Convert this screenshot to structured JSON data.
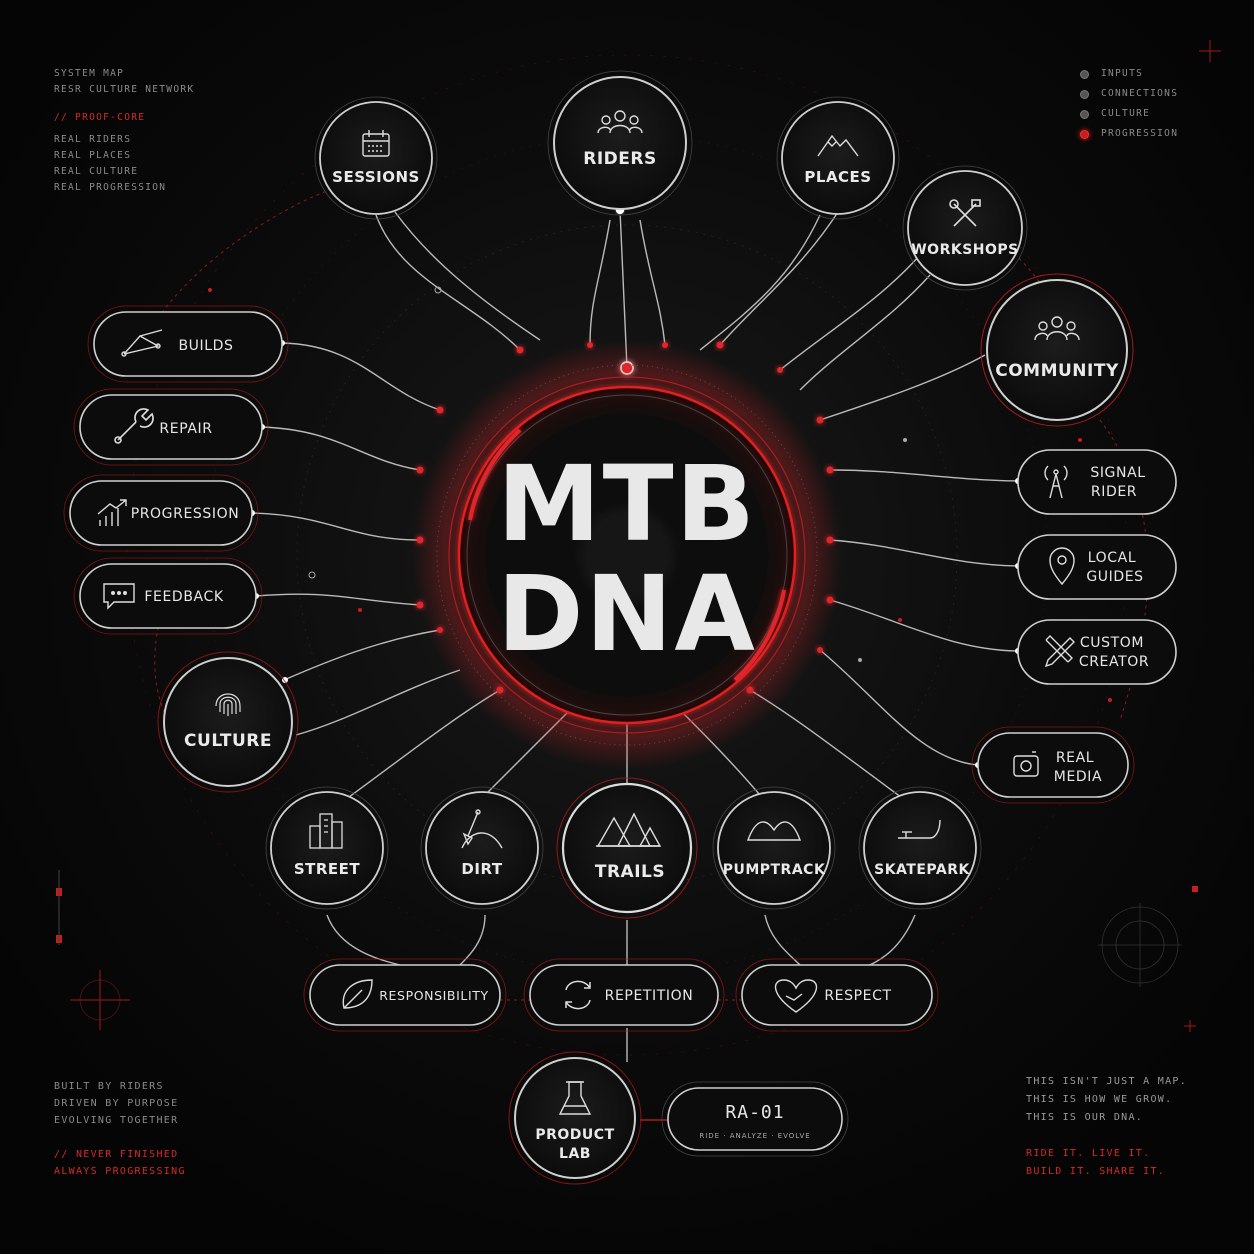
{
  "top_left": {
    "line1": "SYSTEM MAP",
    "line2": "RESR CULTURE NETWORK",
    "tag": "// PROOF-CORE",
    "items": [
      "REAL RIDERS",
      "REAL PLACES",
      "REAL CULTURE",
      "REAL PROGRESSION"
    ]
  },
  "legend": {
    "items": [
      {
        "label": "INPUTS",
        "color": "#555555"
      },
      {
        "label": "CONNECTIONS",
        "color": "#555555"
      },
      {
        "label": "CULTURE",
        "color": "#555555"
      },
      {
        "label": "PROGRESSION",
        "color": "#c81e1e"
      }
    ]
  },
  "bottom_left": {
    "lines": [
      "BUILT BY RIDERS",
      "DRIVEN BY PURPOSE",
      "EVOLVING TOGETHER"
    ],
    "red_lines": [
      "// NEVER FINISHED",
      "ALWAYS PROGRESSING"
    ]
  },
  "bottom_right": {
    "lines": [
      "THIS ISN'T JUST A MAP.",
      "THIS IS HOW WE GROW.",
      "THIS IS OUR DNA."
    ],
    "red_lines": [
      "RIDE IT. LIVE IT.",
      "BUILD IT. SHARE IT."
    ]
  },
  "core": {
    "line1": "MTB",
    "line2": "DNA"
  },
  "nodes": {
    "sessions": "SESSIONS",
    "riders": "RIDERS",
    "places": "PLACES",
    "workshops": "WORKSHOPS",
    "community": "COMMUNITY",
    "culture": "CULTURE",
    "street": "STREET",
    "dirt": "DIRT",
    "trails": "TRAILS",
    "pumptrack": "PUMPTRACK",
    "skatepark": "SKATEPARK",
    "product_lab_1": "PRODUCT",
    "product_lab_2": "LAB"
  },
  "left_pills": {
    "builds": "BUILDS",
    "repair": "REPAIR",
    "progression": "PROGRESSION",
    "feedback": "FEEDBACK"
  },
  "right_pills": {
    "signal_1": "SIGNAL",
    "signal_2": "RIDER",
    "guides_1": "LOCAL",
    "guides_2": "GUIDES",
    "creator_1": "CUSTOM",
    "creator_2": "CREATOR",
    "media_1": "REAL",
    "media_2": "MEDIA"
  },
  "values": {
    "responsibility": "RESPONSIBILITY",
    "repetition": "REPETITION",
    "respect": "RESPECT"
  },
  "ra01": {
    "title": "RA-01",
    "subtitle": "RIDE · ANALYZE · EVOLVE"
  },
  "colors": {
    "accent": "#e0262a",
    "line": "#d8d8d8",
    "background": "#050505"
  }
}
